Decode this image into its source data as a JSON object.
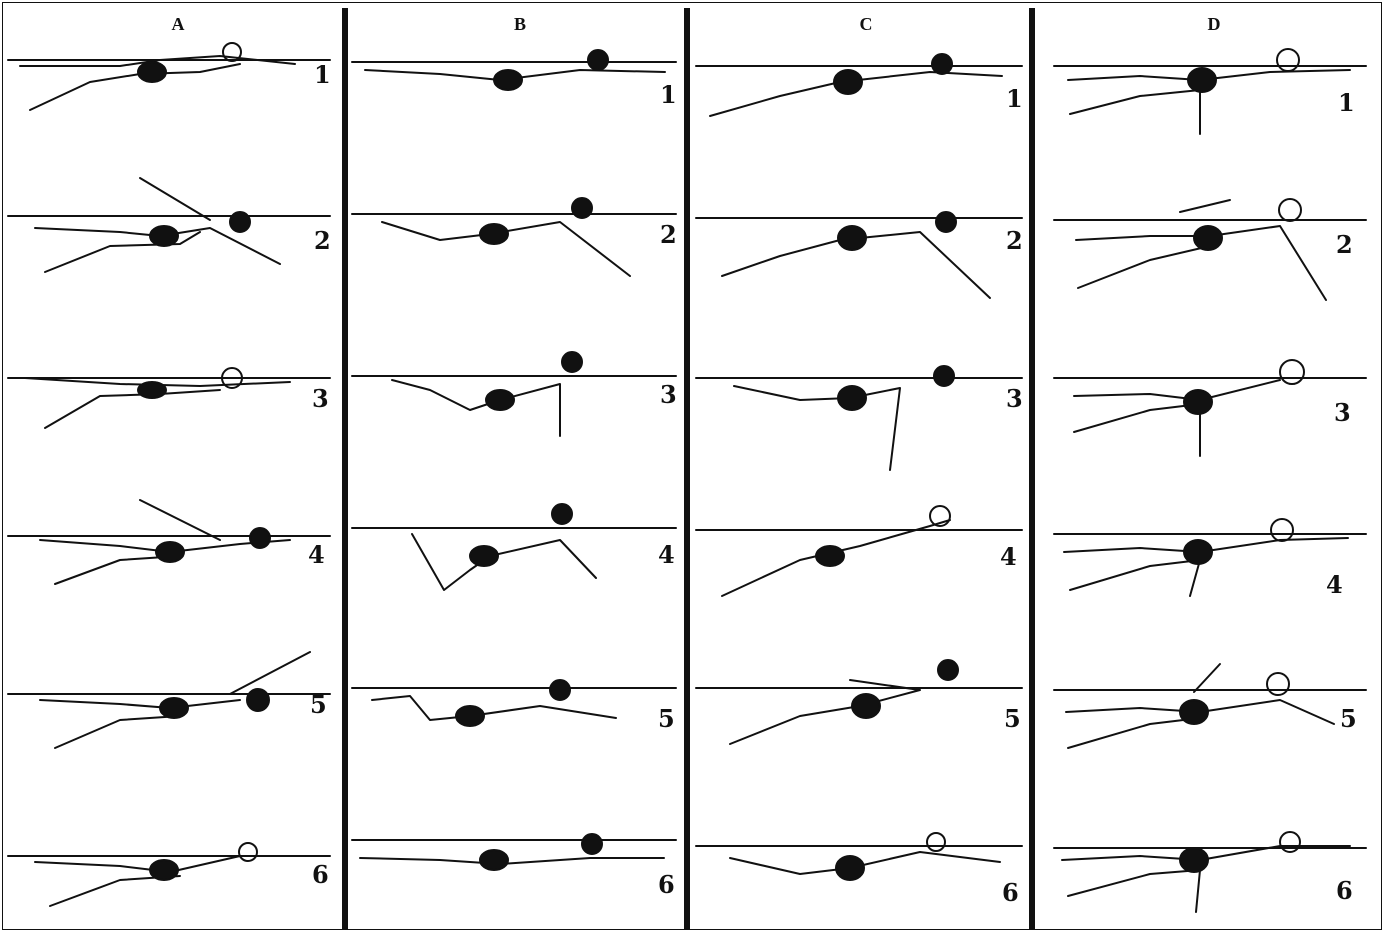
{
  "columns": [
    {
      "title": "A",
      "frames": [
        "1",
        "2",
        "3",
        "4",
        "5",
        "6"
      ]
    },
    {
      "title": "B",
      "frames": [
        "1",
        "2",
        "3",
        "4",
        "5",
        "6"
      ]
    },
    {
      "title": "C",
      "frames": [
        "1",
        "2",
        "3",
        "4",
        "5",
        "6"
      ]
    },
    {
      "title": "D",
      "frames": [
        "1",
        "2",
        "3",
        "4",
        "5",
        "6"
      ]
    }
  ]
}
